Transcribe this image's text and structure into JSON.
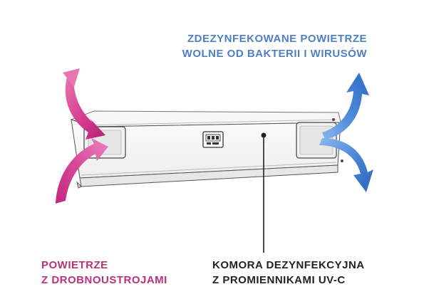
{
  "labels": {
    "output_air": {
      "line1": "ZDEZYNFEKOWANE POWIETRZE",
      "line2": "WOLNE OD BAKTERII I WIRUSÓW"
    },
    "input_air": {
      "line1": "POWIETRZE",
      "line2": "Z DROBNOUSTROJAMI"
    },
    "chamber": {
      "line1": "KOMORA DEZYNFEKCYJNA",
      "line2": "Z PROMIENNIKAMI UV-C"
    }
  },
  "colors": {
    "output_text": "#4e7fc3",
    "input_text": "#b8327a",
    "chamber_text": "#222222",
    "input_arrow": "#d63b8f",
    "output_arrow": "#3f7fd4",
    "device_outline": "#555555"
  },
  "icons": {
    "inlet_arrows": "curved-arrow-icon",
    "outlet_arrows": "curved-arrow-icon",
    "display": "display-panel-icon"
  }
}
